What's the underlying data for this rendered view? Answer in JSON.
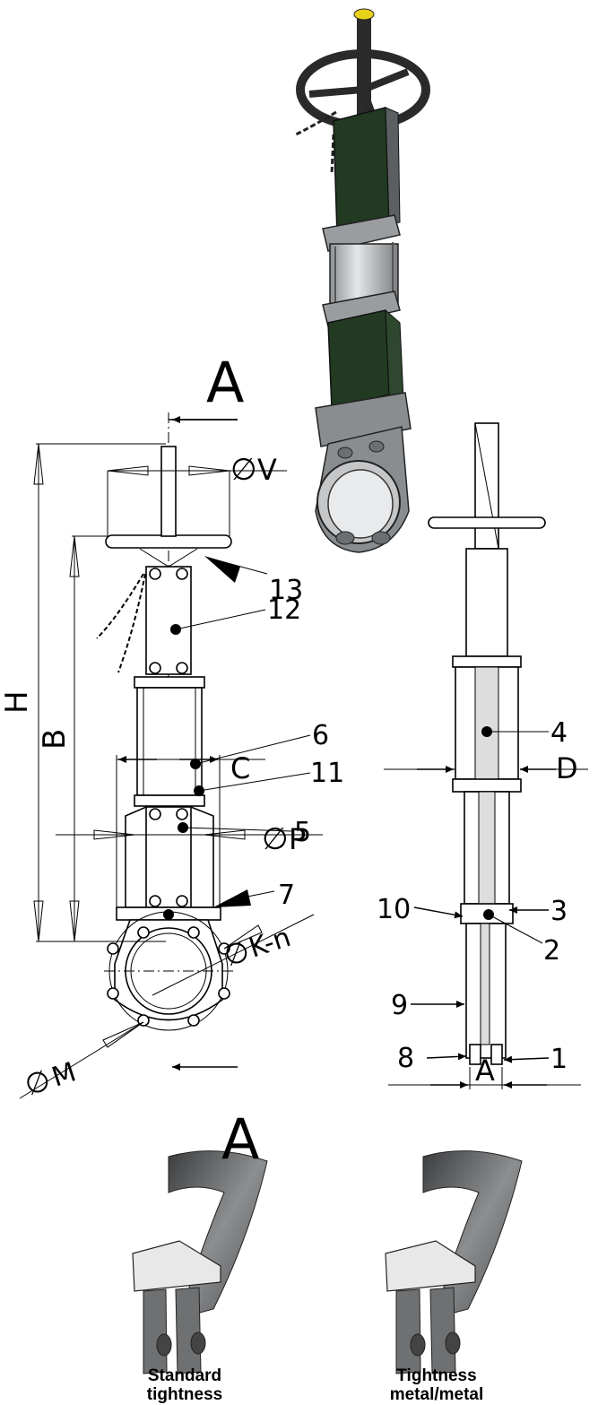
{
  "section_marks": {
    "top": "A",
    "bottom": "A"
  },
  "dimensions": {
    "V": "V",
    "H": "H",
    "B": "B",
    "C": "C",
    "P": "P",
    "Kn": "K-n",
    "M": "M",
    "D": "D",
    "A": "A"
  },
  "diameter_symbol": "∅",
  "part_numbers": [
    "1",
    "2",
    "3",
    "4",
    "5",
    "6",
    "7",
    "8",
    "9",
    "10",
    "11",
    "12",
    "13"
  ],
  "captions": {
    "left_line1": "Standard",
    "left_line2": "tightness",
    "right_line1": "Tightness",
    "right_line2": "metal/metal"
  },
  "colors": {
    "body_green": "#223a22",
    "handwheel": "#2a2a2a",
    "cylinder": "#b9bcbf",
    "body_gray": "#8a8d90",
    "stem_cap": "#e8d21a",
    "seat_gray": "#6e7072"
  }
}
